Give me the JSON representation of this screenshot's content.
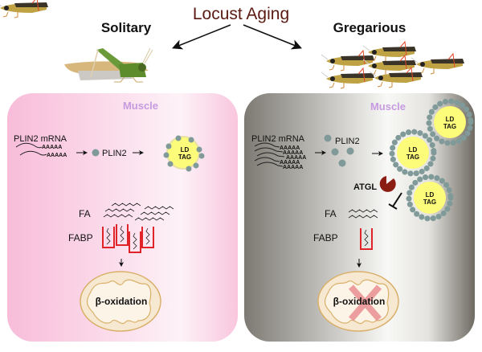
{
  "title": "Locust Aging",
  "phases": {
    "solitary": {
      "label": "Solitary",
      "panel_label": "Muscle",
      "mrna_label": "PLIN2 mRNA",
      "poly_a": "AAAAA",
      "protein_label": "PLIN2",
      "ld_line1": "LD",
      "ld_line2": "TAG",
      "fa_label": "FA",
      "fabp_label": "FABP",
      "process_label": "β-oxidation"
    },
    "gregarious": {
      "label": "Gregarious",
      "panel_label": "Muscle",
      "mrna_label": "PLIN2 mRNA",
      "poly_a": "AAAAA",
      "protein_label": "PLIN2",
      "ld_line1": "LD",
      "ld_line2": "TAG",
      "enzyme_label": "ATGL",
      "fa_label": "FA",
      "fabp_label": "FABP",
      "process_label": "β-oxidation",
      "process_state": "blocked"
    }
  },
  "colors": {
    "title": "#5a1a12",
    "muscle_label": "#c79be0",
    "plin2": "#7f9a98",
    "lipid_droplet": "#fdfb7a",
    "fabp": "#e0242a",
    "atgl": "#8b1e12",
    "mito_fill": "#f7e8d2",
    "mito_outline": "#d9b06a",
    "block_x": "#e89090"
  }
}
